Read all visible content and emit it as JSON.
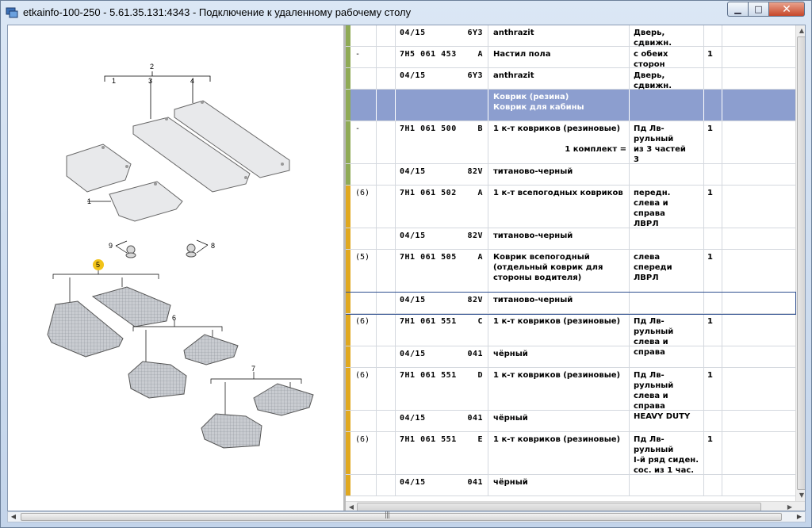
{
  "window": {
    "title": "etkainfo-100-250 - 5.61.35.131:4343 - Подключение к удаленному рабочему столу",
    "minimize_glyph": "▁",
    "maximize_glyph": "□",
    "close_glyph": "✕"
  },
  "diagram": {
    "callouts": {
      "c2": "2",
      "c1a": "1",
      "c3": "3",
      "c4": "4",
      "c1b": "1",
      "c9": "9",
      "c8": "8",
      "c5": "5",
      "c6": "6",
      "c7": "7"
    },
    "highlight_color": "#f2c318"
  },
  "colors": {
    "green": "#8faa55",
    "yellow": "#e0a81f",
    "header": "#8c9ecf"
  },
  "rows": [
    {
      "bar": "green",
      "pos": "",
      "num": "04/15",
      "code": "6Y3",
      "desc": "anthrazit",
      "note": "Дверь, сдвижн.",
      "qty": ""
    },
    {
      "bar": "green",
      "pos": "-",
      "num": "7H5 061 453",
      "code": "A",
      "desc": "Настил пола",
      "note": "с обеих сторон",
      "qty": "1"
    },
    {
      "bar": "green",
      "pos": "",
      "num": "04/15",
      "code": "6Y3",
      "desc": "anthrazit",
      "note": "Дверь, сдвижн.",
      "qty": ""
    },
    {
      "bar": "green",
      "pos": "",
      "num": "",
      "code": "",
      "desc": "Коврик (резина)\nКоврик для кабины",
      "note": "",
      "qty": "",
      "header": true
    },
    {
      "bar": "green",
      "pos": "-",
      "num": "7H1 061 500",
      "code": "B",
      "desc": "1 к-т ковриков (резиновые)",
      "note": "Пд  Лв-рульный\nиз 3 частей\n3",
      "qty": "1",
      "extra": "1 комплект ="
    },
    {
      "bar": "green",
      "pos": "",
      "num": "04/15",
      "code": "82V",
      "desc": "титаново-черный",
      "note": "",
      "qty": ""
    },
    {
      "bar": "yellow",
      "pos": "(6)",
      "num": "7H1 061 502",
      "code": "A",
      "desc": "1 к-т всепогодных ковриков",
      "note": "передн.\nслева и справа\nЛВРЛ",
      "qty": "1"
    },
    {
      "bar": "yellow",
      "pos": "",
      "num": "04/15",
      "code": "82V",
      "desc": "титаново-черный",
      "note": "",
      "qty": ""
    },
    {
      "bar": "yellow",
      "pos": "(5)",
      "num": "7H1 061 505",
      "code": "A",
      "desc": "Коврик всепогодный\n(отдельный коврик для\nстороны водителя)",
      "note": "слева спереди\nЛВРЛ",
      "qty": "1"
    },
    {
      "bar": "yellow",
      "pos": "",
      "num": "04/15",
      "code": "82V",
      "desc": "титаново-черный",
      "note": "",
      "qty": "",
      "selected": true
    },
    {
      "bar": "yellow",
      "pos": "(6)",
      "num": "7H1 061 551",
      "code": "C",
      "desc": "1 к-т ковриков (резиновые)",
      "note": "Пд  Лв-рульный\nслева и справа",
      "qty": "1"
    },
    {
      "bar": "yellow",
      "pos": "",
      "num": "04/15",
      "code": "041",
      "desc": "чёрный",
      "note": "",
      "qty": ""
    },
    {
      "bar": "yellow",
      "pos": "(6)",
      "num": "7H1 061 551",
      "code": "D",
      "desc": "1 к-т ковриков (резиновые)",
      "note": "Пд  Лв-рульный\nслева и справа\nHEAVY DUTY",
      "qty": "1"
    },
    {
      "bar": "yellow",
      "pos": "",
      "num": "04/15",
      "code": "041",
      "desc": "чёрный",
      "note": "",
      "qty": ""
    },
    {
      "bar": "yellow",
      "pos": "(6)",
      "num": "7H1 061 551",
      "code": "E",
      "desc": "1 к-т ковриков (резиновые)",
      "note": "Пд  Лв-рульный\nI-й ряд сиден.\nсос. из 1 час.",
      "qty": "1"
    },
    {
      "bar": "yellow",
      "pos": "",
      "num": "04/15",
      "code": "041",
      "desc": "чёрный",
      "note": "",
      "qty": ""
    }
  ]
}
